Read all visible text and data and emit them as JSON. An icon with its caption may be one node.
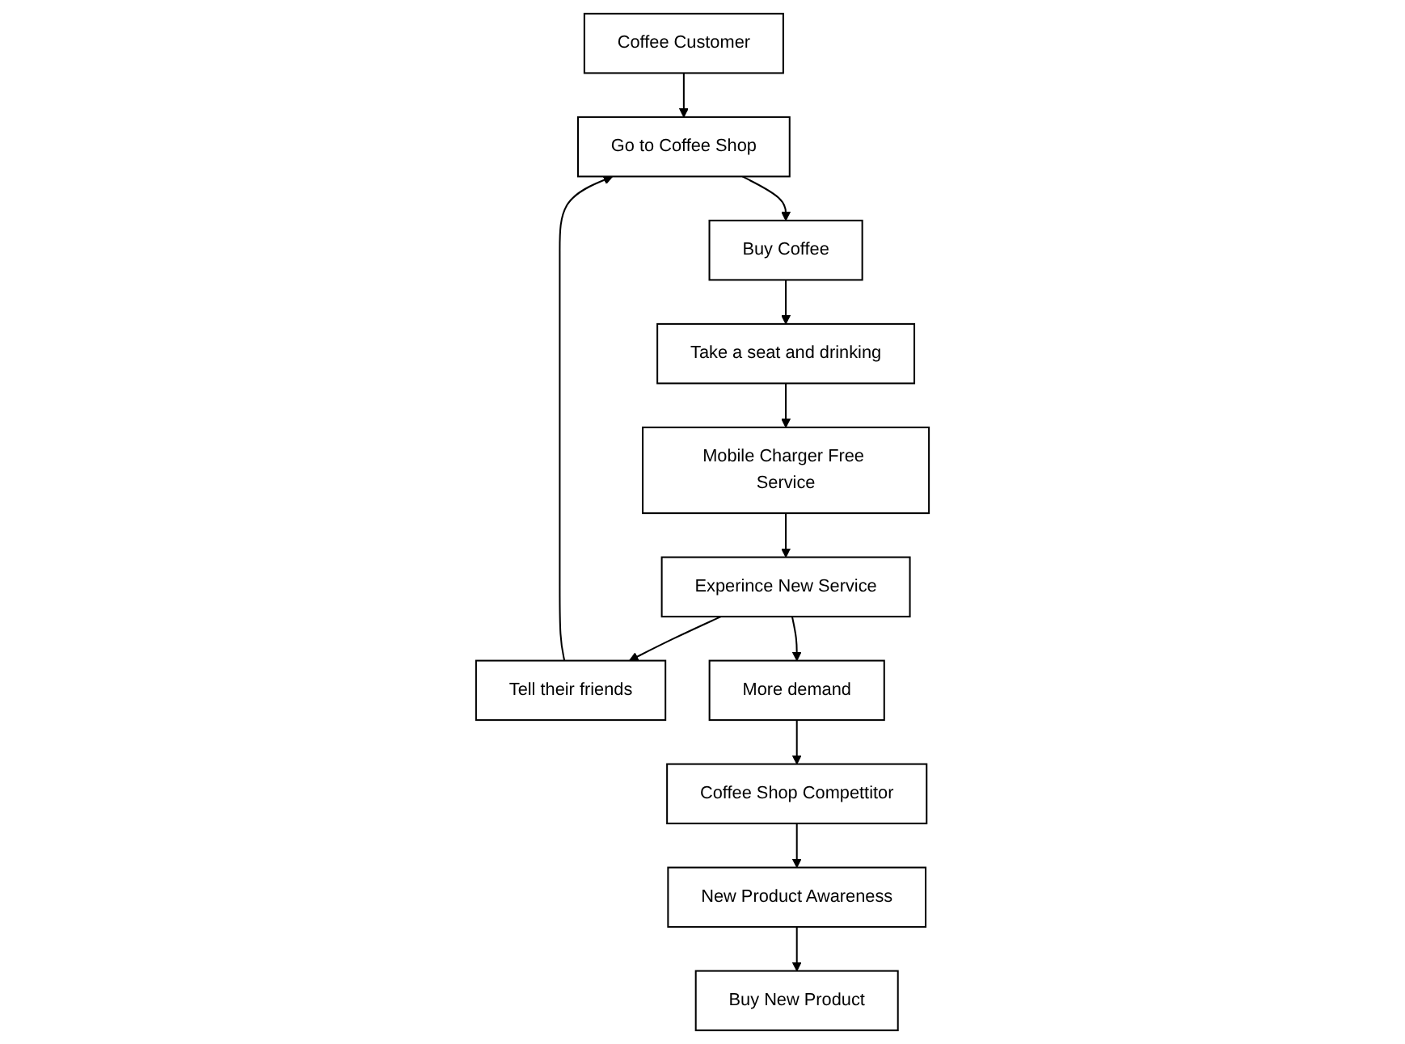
{
  "diagram": {
    "nodes": [
      {
        "text": [
          "Coffee Customer"
        ]
      },
      {
        "text": [
          "Go to Coffee Shop"
        ]
      },
      {
        "text": [
          "Tell their friends"
        ]
      },
      {
        "text": [
          "Buy Coffee"
        ]
      },
      {
        "text": [
          "Take a seat and drinking"
        ]
      },
      {
        "text": [
          "Mobile Charger Free Service"
        ]
      },
      {
        "text": [
          "Experince New Service"
        ]
      },
      {
        "text": [
          "More demand"
        ]
      },
      {
        "text": [
          "Coffee Shop Compettitor"
        ]
      },
      {
        "text": [
          "New Product Awareness"
        ]
      },
      {
        "text": [
          "Buy New Product"
        ]
      }
    ],
    "edges": [
      {
        "from": 0,
        "to": 1,
        "arrow": "to"
      },
      {
        "from": 1,
        "to": 3,
        "arrow": "to"
      },
      {
        "from": 3,
        "to": 4,
        "arrow": "to"
      },
      {
        "from": 4,
        "to": 5,
        "arrow": "to"
      },
      {
        "from": 5,
        "to": 6,
        "arrow": "to"
      },
      {
        "from": 6,
        "to": 2,
        "arrow": "to"
      },
      {
        "from": 2,
        "to": 1,
        "arrow": "to"
      },
      {
        "from": 6,
        "to": 7,
        "arrow": "to"
      },
      {
        "from": 7,
        "to": 8,
        "arrow": "to"
      },
      {
        "from": 8,
        "to": 9,
        "arrow": "to"
      },
      {
        "from": 9,
        "to": 10,
        "arrow": "to"
      }
    ]
  }
}
